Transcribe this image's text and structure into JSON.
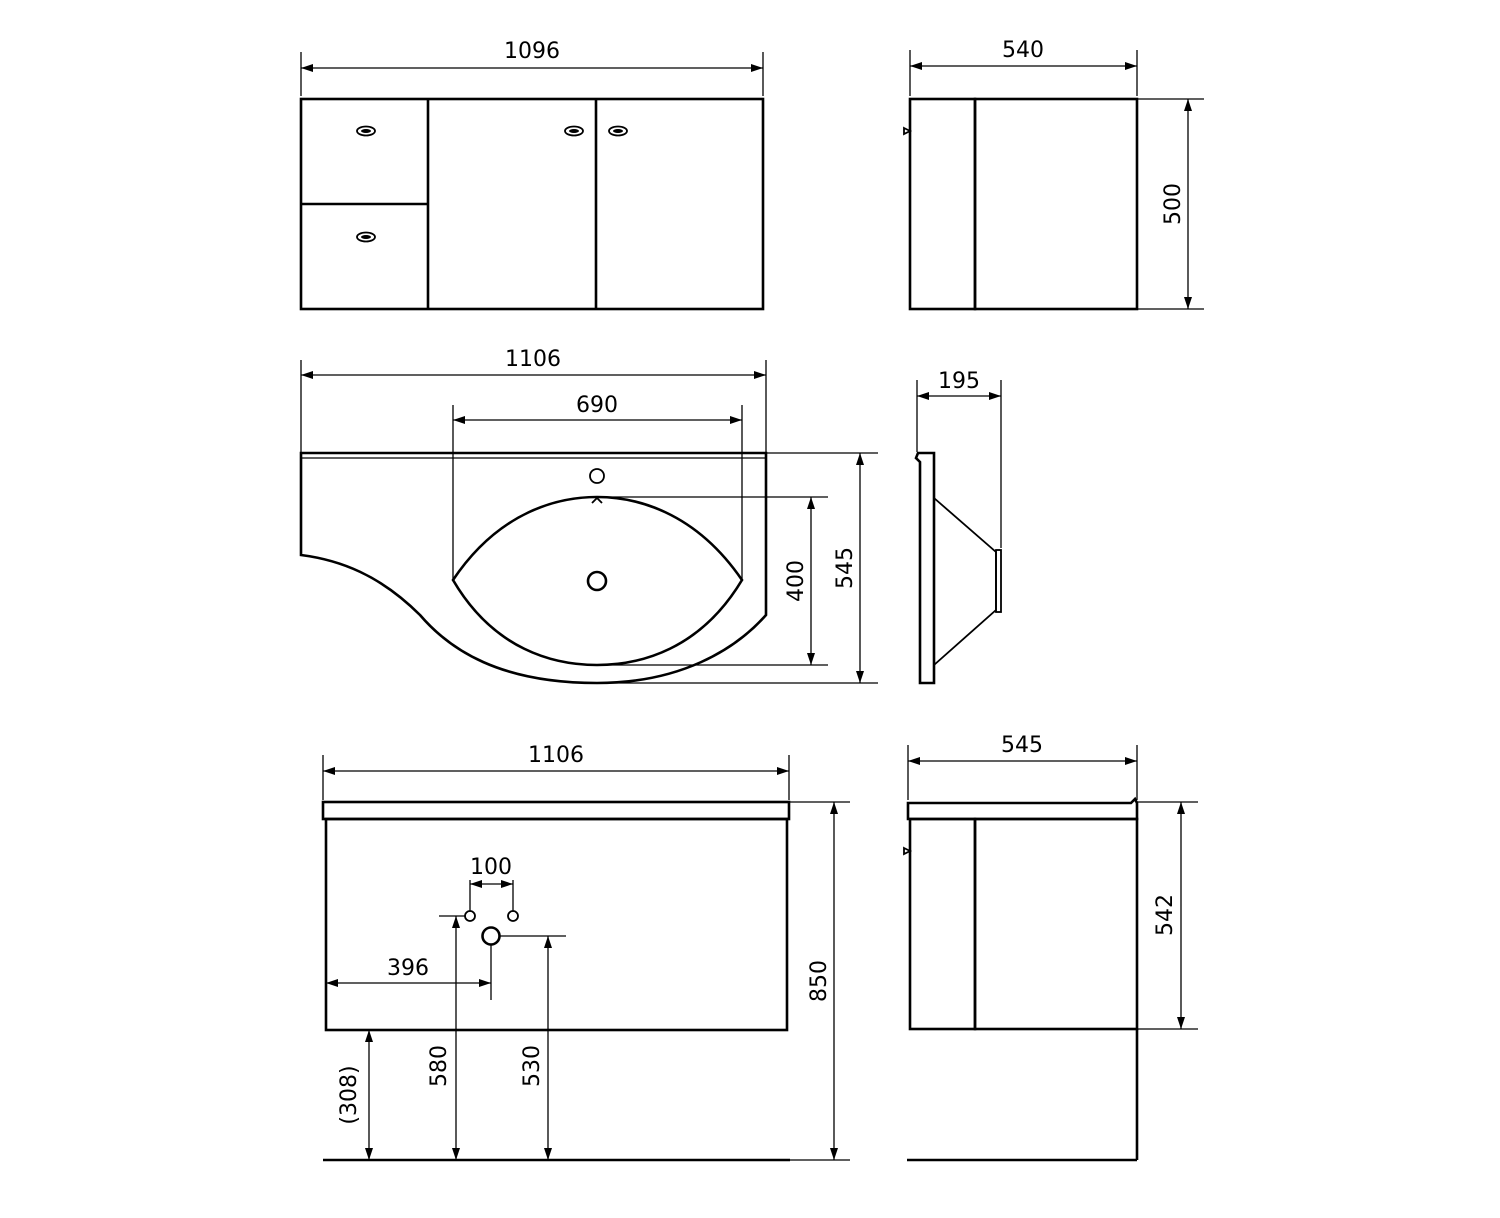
{
  "drawing": {
    "colors": {
      "line": "#000000",
      "background": "#ffffff"
    },
    "front_cabinet": {
      "width_label": "1096"
    },
    "side_cabinet": {
      "width_label": "540",
      "height_label": "500"
    },
    "basin_top": {
      "width_label": "1106",
      "bowl_width_label": "690",
      "bowl_depth_label": "400",
      "depth_label": "545"
    },
    "basin_side": {
      "height_label": "195"
    },
    "front_assembly": {
      "width_label": "1106",
      "hole_spacing_label": "100",
      "drain_offset_label": "396",
      "mount_height_label": "(308)",
      "supply_height_label": "580",
      "drain_height_label": "530",
      "total_height_label": "850"
    },
    "side_assembly": {
      "depth_label": "545",
      "cabinet_height_label": "542"
    }
  }
}
